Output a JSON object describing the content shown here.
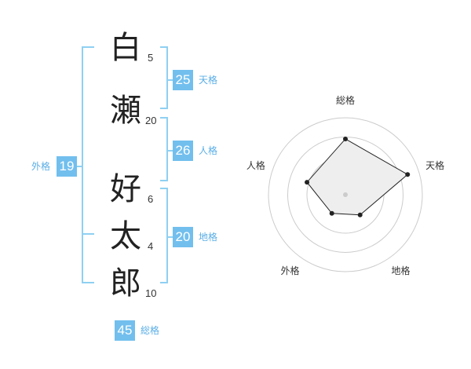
{
  "name_chars": [
    {
      "char": "白",
      "strokes": "5"
    },
    {
      "char": "瀬",
      "strokes": "20"
    },
    {
      "char": "好",
      "strokes": "6"
    },
    {
      "char": "太",
      "strokes": "4"
    },
    {
      "char": "郎",
      "strokes": "10"
    }
  ],
  "kakusu": {
    "tenkaku": {
      "value": "25",
      "label": "天格"
    },
    "jinkaku": {
      "value": "26",
      "label": "人格"
    },
    "chikaku": {
      "value": "20",
      "label": "地格"
    },
    "gaikaku": {
      "value": "19",
      "label": "外格"
    },
    "soukaku": {
      "value": "45",
      "label": "総格"
    }
  },
  "colors": {
    "bracket": "#8fd0f2",
    "badge_bg": "#72bfee",
    "badge_text": "#ffffff",
    "label_text": "#5aaee6",
    "radar_fill": "#eeeeee",
    "radar_line": "#222222",
    "grid": "#cccccc"
  },
  "chart_data": {
    "type": "radar",
    "axes": [
      "総格",
      "天格",
      "地格",
      "外格",
      "人格"
    ],
    "levels": 4,
    "values": [
      2.9,
      3.4,
      1.3,
      1.2,
      2.1
    ],
    "max": 4
  }
}
